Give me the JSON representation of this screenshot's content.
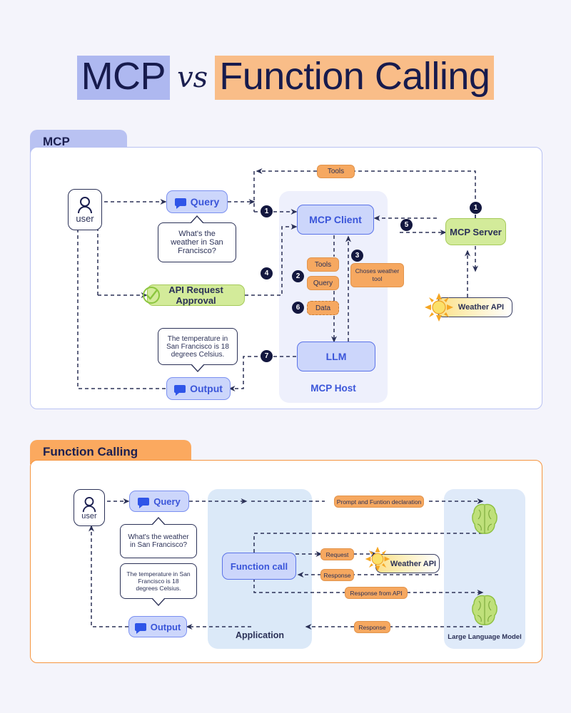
{
  "page": {
    "background": "#f4f4fb",
    "title": {
      "part1": "MCP",
      "part2": "vs",
      "part3": "Function Calling",
      "highlight1": "#aeb8f0",
      "highlight3": "#f9bd88",
      "text_color": "#171b4d"
    }
  },
  "mcp_section": {
    "tab_label": "MCP",
    "tab_color": "#b9c2f2",
    "user": {
      "label": "user",
      "icon": "user-icon"
    },
    "query": {
      "label": "Query",
      "icon": "chat-icon"
    },
    "query_bubble": "What's the weather in San Francisco?",
    "approval": {
      "label": "API Request Approval",
      "icon": "check-circle-icon"
    },
    "output_bubble": "The temperature in San Francisco is 18 degrees Celsius.",
    "output": {
      "label": "Output",
      "icon": "chat-icon"
    },
    "tools_top": "Tools",
    "client": "MCP Client",
    "host_label": "MCP Host",
    "llm": "LLM",
    "stack": [
      {
        "label": "Tools",
        "style": "solid"
      },
      {
        "label": "Query",
        "style": "solid"
      },
      {
        "label": "Data",
        "style": "dashed"
      }
    ],
    "chooses": "Choses weather tool",
    "server": "MCP Server",
    "weather_api": {
      "label": "Weather API",
      "icon": "sun-icon"
    },
    "badges": [
      "1",
      "2",
      "3",
      "4",
      "5",
      "6",
      "7",
      "1"
    ]
  },
  "fc_section": {
    "tab_label": "Function Calling",
    "tab_color": "#fba95f",
    "user": {
      "label": "user",
      "icon": "user-icon"
    },
    "query": {
      "label": "Query",
      "icon": "chat-icon"
    },
    "query_bubble": "What's the weather in San Francisco?",
    "output_bubble": "The temperature in San Francisco is 18 degrees Celsius.",
    "output": {
      "label": "Output",
      "icon": "chat-icon"
    },
    "function_call": "Function call",
    "application_label": "Application",
    "llm_panel_label": "Large Language Model",
    "weather_api": {
      "label": "Weather API",
      "icon": "sun-icon"
    },
    "labels": {
      "prompt": "Prompt and Funtion declaration",
      "request": "Request",
      "response": "Response",
      "response_from_api": "Response from API",
      "response_bottom": "Response"
    },
    "brain_icon": "brain-icon"
  },
  "colors": {
    "blue_box": "#ccd6fb",
    "blue_border": "#5b73e8",
    "blue_text": "#3a55d9",
    "green_box": "#d3eb9a",
    "green_border": "#a6ca5a",
    "orange_box": "#f6a860",
    "navy": "#2b3157",
    "wire": "#2b3157"
  }
}
